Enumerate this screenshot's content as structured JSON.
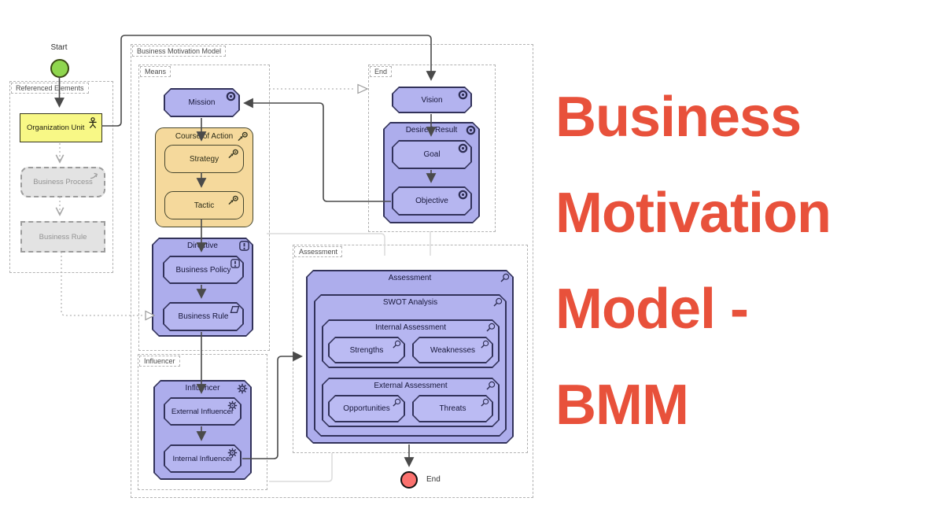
{
  "title": {
    "line1": "Business",
    "line2": "Motivation",
    "line3": "Model -",
    "line4": "BMM"
  },
  "flow": {
    "start": "Start",
    "end": "End"
  },
  "groups": {
    "referenced": "Referenced Elements",
    "bmm": "Business Motivation Model",
    "means": "Means",
    "end": "End",
    "influencer": "Influencer",
    "assessment": "Assessment"
  },
  "nodes": {
    "organization_unit": "Organization Unit",
    "business_process": "Business Process",
    "business_rule_ref": "Business Rule",
    "mission": "Mission",
    "course_of_action": "Course of Action",
    "strategy": "Strategy",
    "tactic": "Tactic",
    "directive": "Directive",
    "business_policy": "Business Policy",
    "business_rule": "Business Rule",
    "influencer": "Influencer",
    "external_influencer": "External Influencer",
    "internal_influencer": "Internal Influencer",
    "vision": "Vision",
    "desired_result": "Desired Result",
    "goal": "Goal",
    "objective": "Objective",
    "assessment": "Assessment",
    "swot_analysis": "SWOT Analysis",
    "internal_assessment": "Internal Assessment",
    "strengths": "Strengths",
    "weaknesses": "Weaknesses",
    "external_assessment": "External Assessment",
    "opportunities": "Opportunities",
    "threats": "Threats"
  },
  "icons": {
    "motivation": "target-icon",
    "course_of_action": "arrow-target-icon",
    "directive": "exclamation-icon",
    "business_rule": "parallelogram-icon",
    "influencer": "gear-icon",
    "assessment": "magnifier-icon",
    "organization_unit": "actor-icon",
    "business_process": "process-arrow-icon"
  },
  "colors": {
    "title_text": "#E8513B",
    "motivation_fill": "#B3B3EF",
    "action_fill": "#F5D99C",
    "organization_fill": "#F8F886",
    "referenced_fill": "#E3E3E3",
    "start_fill": "#8FD64E",
    "end_fill": "#FA716E",
    "node_border": "#32325A",
    "connector": "#4A4A4A"
  }
}
